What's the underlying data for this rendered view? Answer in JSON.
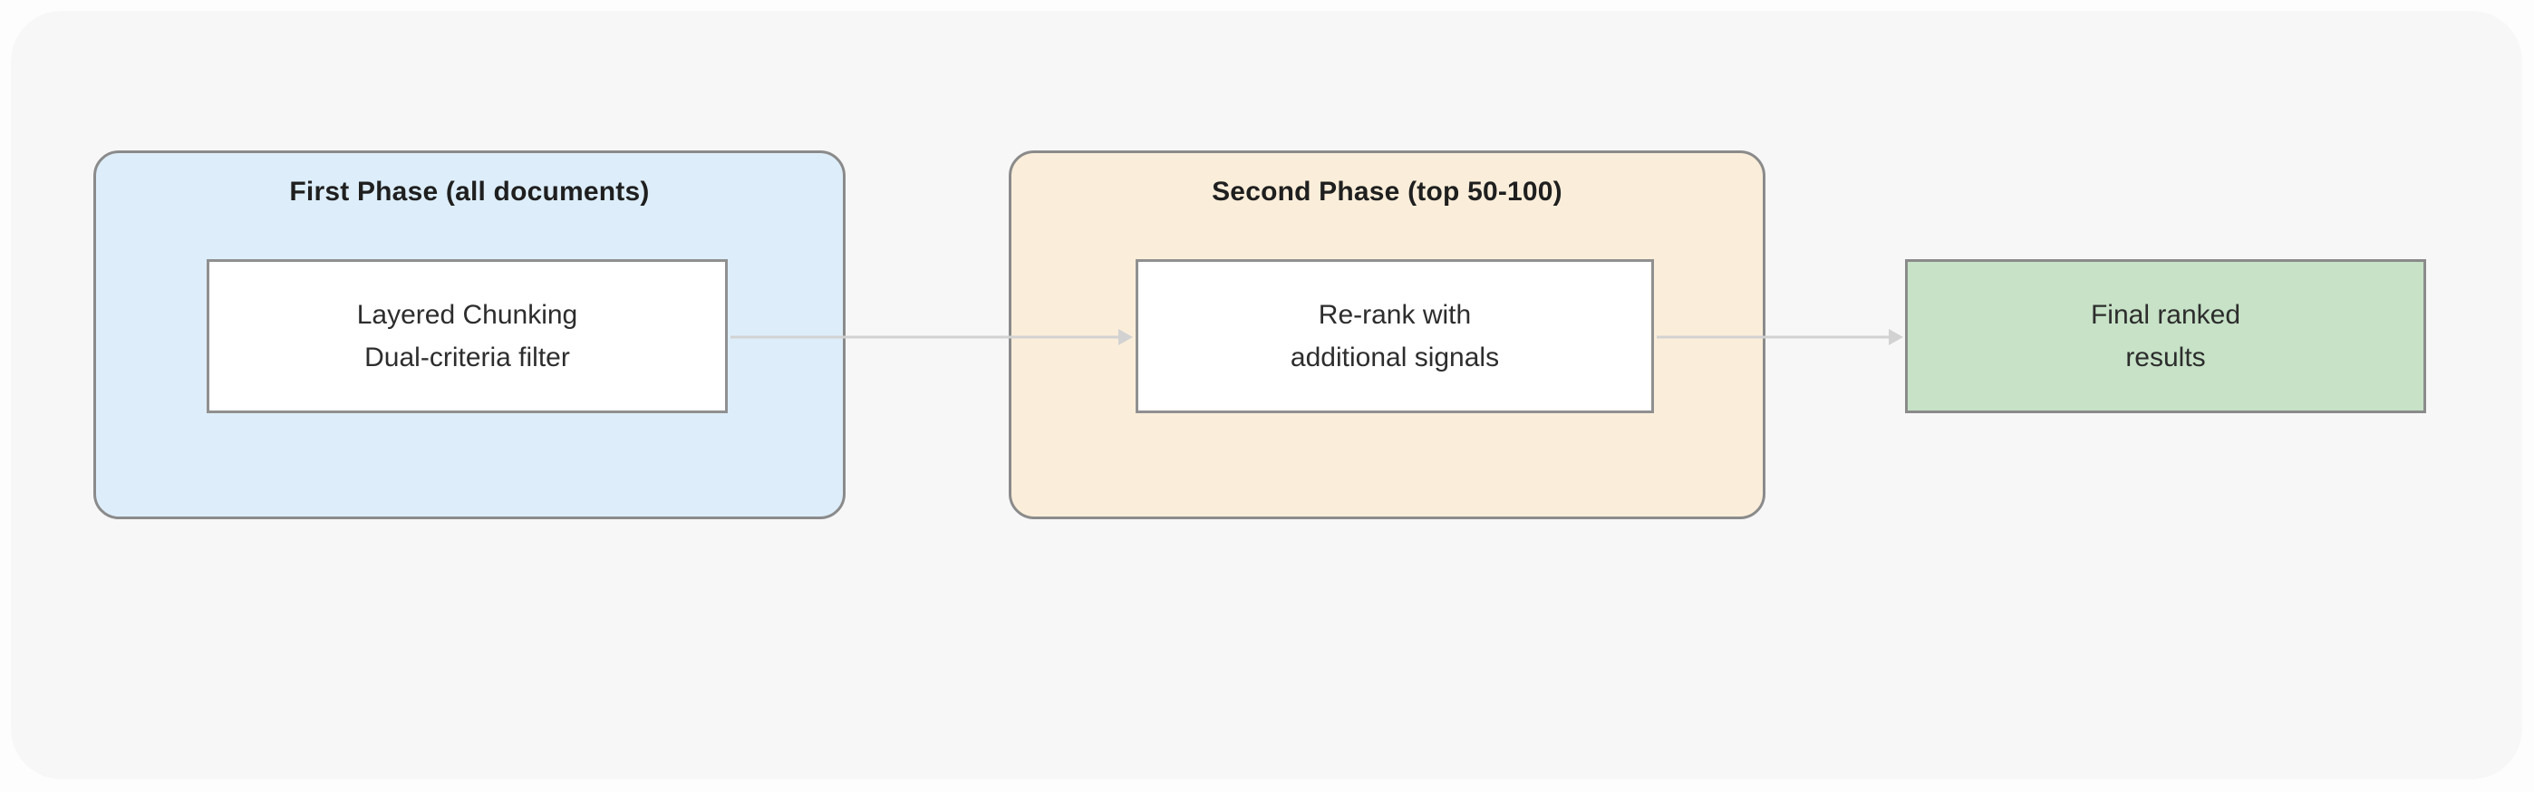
{
  "colors": {
    "canvas_bg": "#fdfdfd",
    "panel_bg": "#f7f7f8",
    "phase1_fill": "#ddeefa",
    "phase2_fill": "#faeeda",
    "result_fill": "#c7e2c7",
    "container_border": "#8b8b8b",
    "node_border": "#909090",
    "node_fill": "#ffffff",
    "arrow": "#d2d2d2",
    "title_text": "#1f1f1f",
    "node_text": "#2d2d2d"
  },
  "diagram": {
    "phase1": {
      "title": "First Phase (all documents)",
      "node_lines": [
        "Layered Chunking",
        "Dual-criteria filter"
      ]
    },
    "phase2": {
      "title": "Second Phase (top 50-100)",
      "node_lines": [
        "Re-rank with",
        "additional signals"
      ]
    },
    "result": {
      "node_lines": [
        "Final ranked",
        "results"
      ]
    }
  }
}
